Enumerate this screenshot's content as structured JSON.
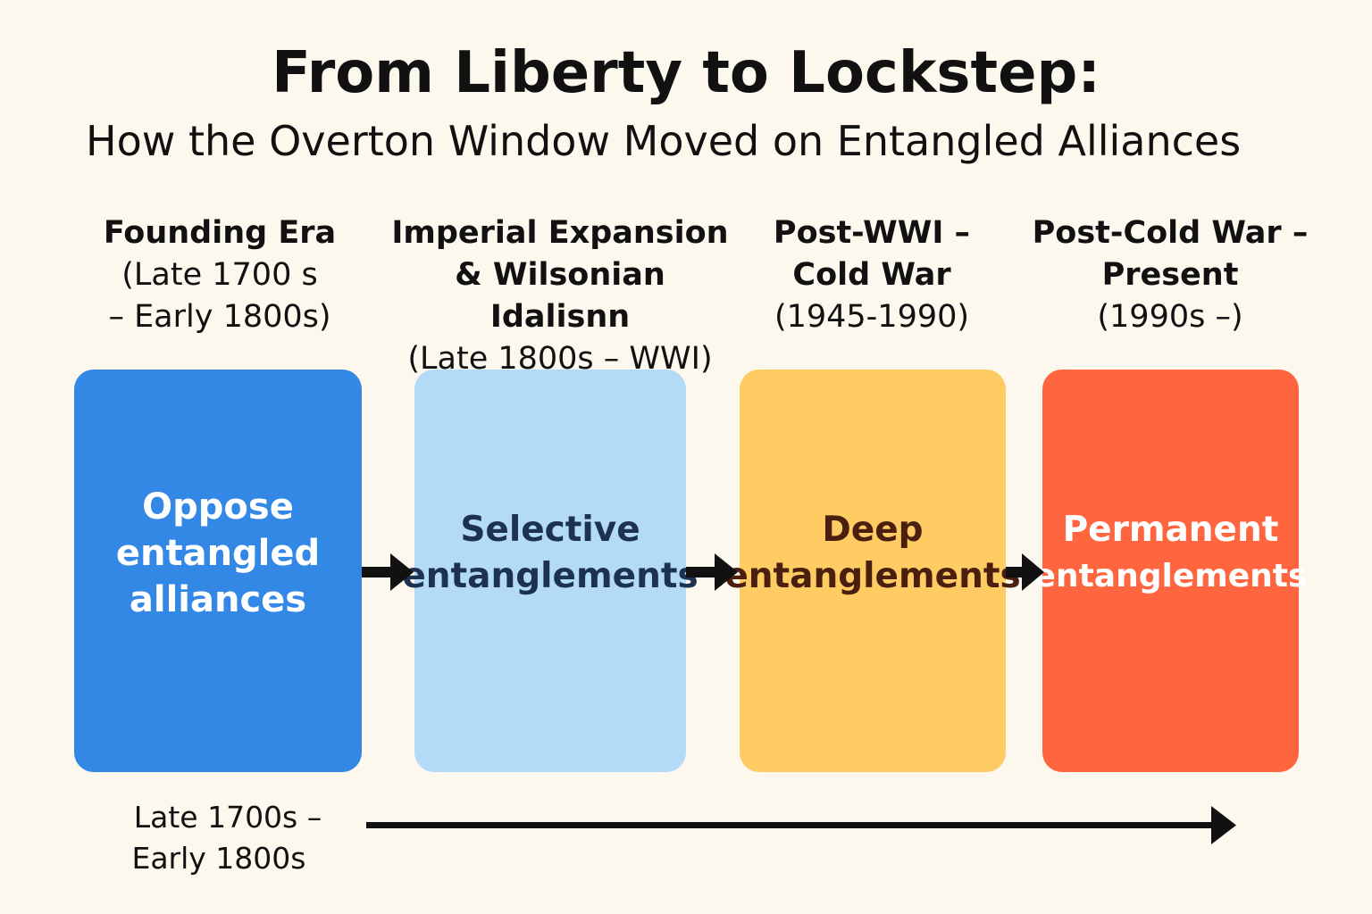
{
  "title": "From Liberty to Lockstep:",
  "subtitle": "How the Overton Window Moved on Entangled Alliances",
  "eras": [
    {
      "name_lines": [
        "Founding Era"
      ],
      "date_lines": [
        "(Late 1700 s",
        "– Early 1800s)"
      ],
      "stage_lines": [
        "Oppose",
        "entangled",
        "alliances"
      ],
      "fill": "#3388E6",
      "text_color": "#FFFFFF"
    },
    {
      "name_lines": [
        "Imperial Expansion",
        "& Wilsonian Idalisnn"
      ],
      "date_lines": [
        "(Late 1800s – WWI)"
      ],
      "stage_lines": [
        "Selective",
        "entanglements"
      ],
      "fill": "#B3DBF8",
      "text_color": "#1D3153"
    },
    {
      "name_lines": [
        "Post-WWI –",
        "Cold War"
      ],
      "date_lines": [
        "(1945-1990)"
      ],
      "stage_lines": [
        "Deep",
        "entanglements"
      ],
      "fill": "#FFCB63",
      "text_color": "#4A1F0E"
    },
    {
      "name_lines": [
        "Post-Cold War –",
        "Present"
      ],
      "date_lines": [
        "(1990s –)"
      ],
      "stage_lines": [
        "Permanent",
        "entanglements"
      ],
      "fill": "#FF6640",
      "text_color": "#FFFFFF"
    }
  ],
  "timeline": {
    "label_lines": [
      "Late 1700s –",
      "Early 1800s"
    ]
  },
  "colors": {
    "background": "#FDF8EE",
    "ink": "#111111"
  }
}
